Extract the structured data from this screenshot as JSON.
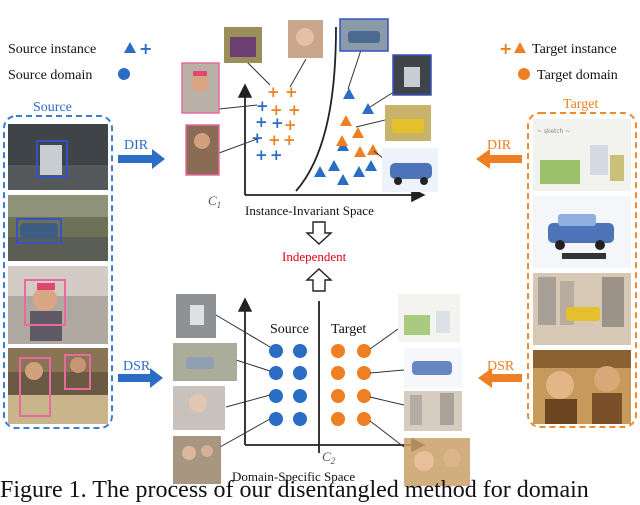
{
  "legend_left": {
    "source_instance": "Source instance",
    "source_domain": "Source domain"
  },
  "legend_right": {
    "target_instance": "Target instance",
    "target_domain": "Target domain"
  },
  "panels": {
    "source": "Source",
    "target": "Target"
  },
  "arrows": {
    "dir_left": "DIR",
    "dir_right": "DIR",
    "dsr_left": "DSR",
    "dsr_right": "DSR"
  },
  "spaces": {
    "instance_invariant": "Instance-Invariant Space",
    "domain_specific": "Domain-Specific Space",
    "independent": "Independent",
    "c1": "C",
    "c1_sub": "1",
    "c2": "C",
    "c2_sub": "2",
    "source_col": "Source",
    "target_col": "Target"
  },
  "caption": "Figure 1. The process of our disentangled method for domain",
  "colors": {
    "blue": "#2b6cc4",
    "orange": "#ee7f22",
    "red": "#e0001a",
    "panel_blue": "#3a7fd0",
    "panel_orange": "#f08a30"
  }
}
